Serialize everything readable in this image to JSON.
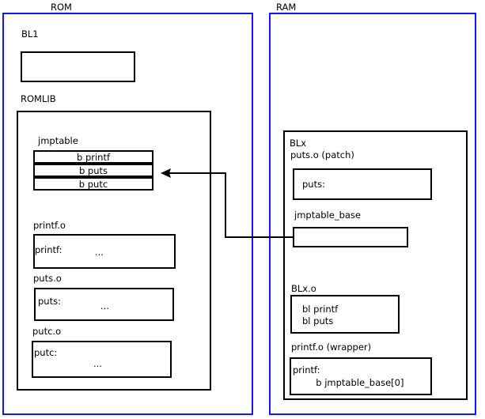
{
  "diagram": {
    "type": "memory-layout-block-diagram",
    "colors": {
      "region_border": "#1414ff",
      "box_border": "#000000",
      "background": "#ffffff",
      "text": "#000000"
    },
    "regions": [
      {
        "id": "rom",
        "title": "ROM"
      },
      {
        "id": "ram",
        "title": "RAM"
      }
    ],
    "rom": {
      "title": "ROM",
      "bl1": {
        "label": "BL1",
        "body": ""
      },
      "romlib": {
        "label": "ROMLIB",
        "jmptable": {
          "label": "jmptable",
          "entries": [
            {
              "text": "b printf"
            },
            {
              "text": "b puts"
            },
            {
              "text": "b putc"
            }
          ]
        },
        "objects": [
          {
            "label": "printf.o",
            "symbol": "printf:",
            "body": "..."
          },
          {
            "label": "puts.o",
            "symbol": "puts:",
            "body": "..."
          },
          {
            "label": "putc.o",
            "symbol": "putc:",
            "body": "..."
          }
        ]
      }
    },
    "ram": {
      "title": "RAM",
      "blx": {
        "label": "BLx",
        "sections": [
          {
            "label": "puts.o (patch)",
            "lines": [
              "puts:"
            ]
          },
          {
            "label": "jmptable_base",
            "lines": []
          },
          {
            "label": "BLx.o",
            "lines": [
              "bl printf",
              "bl puts"
            ]
          },
          {
            "label": "printf.o (wrapper)",
            "lines": [
              "printf:",
              "        b jmptable_base[0]"
            ]
          }
        ]
      }
    },
    "connections": [
      {
        "id": "jmptable-base-to-puts-entry",
        "from": "jmptable_base",
        "to": "b puts",
        "style": "orthogonal-arrow",
        "arrowhead": "left"
      }
    ]
  }
}
